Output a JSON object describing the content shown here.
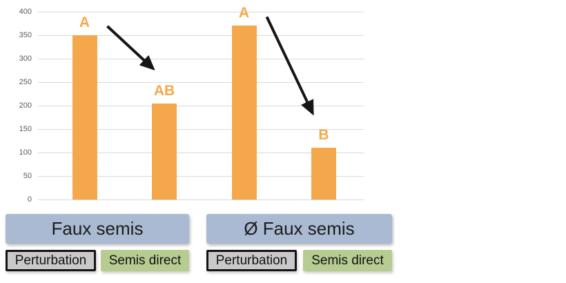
{
  "chart_data": {
    "type": "bar",
    "title": "",
    "xlabel": "",
    "ylabel": "",
    "categories": [
      "Faux semis - Perturbation",
      "Faux semis - Semis direct",
      "Ø Faux semis - Perturbation",
      "Ø Faux semis - Semis direct"
    ],
    "values": [
      350,
      205,
      370,
      110
    ],
    "bar_labels": [
      "A",
      "AB",
      "A",
      "B"
    ],
    "ylim": [
      0,
      400
    ],
    "yticks": [
      0,
      50,
      100,
      150,
      200,
      250,
      300,
      350,
      400
    ],
    "grid": true,
    "legend": false,
    "arrows": [
      {
        "from_bar": 0,
        "to_bar": 1,
        "meaning": "decrease"
      },
      {
        "from_bar": 2,
        "to_bar": 3,
        "meaning": "decrease"
      }
    ],
    "colors": {
      "bar": "#f5a84b",
      "bar_label": "#f5a84b",
      "grid": "#d9d9d9",
      "tick_text": "#595959",
      "arrow": "#161616"
    }
  },
  "groups": [
    {
      "header": "Faux semis",
      "treatments": [
        {
          "label": "Perturbation"
        },
        {
          "label": "Semis direct"
        }
      ]
    },
    {
      "header": "Ø Faux semis",
      "treatments": [
        {
          "label": "Perturbation"
        },
        {
          "label": "Semis direct"
        }
      ]
    }
  ],
  "colors": {
    "group_header_bg": "#a9bad2",
    "perturbation_bg": "#c9c9c9",
    "perturbation_border": "#141414",
    "semis_direct_bg": "#b6cc90"
  }
}
